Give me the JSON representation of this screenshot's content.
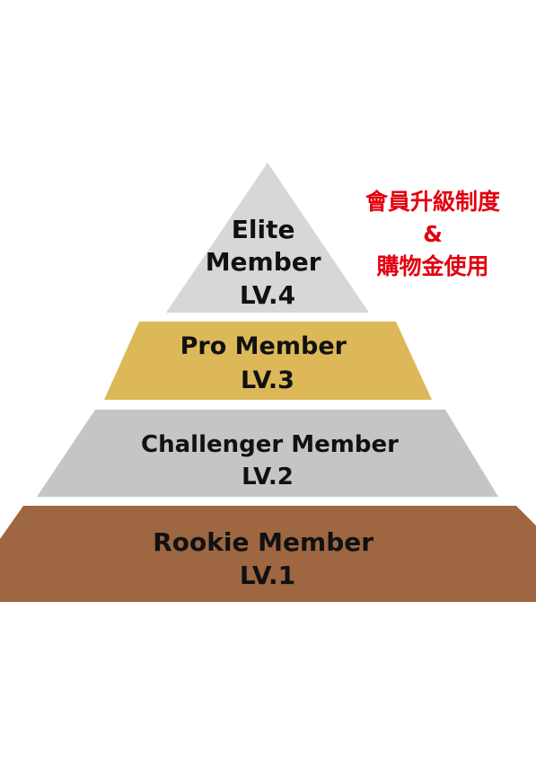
{
  "tiers": [
    {
      "name": "Elite Member",
      "lines": [
        "Elite",
        "Member",
        "LV.4"
      ],
      "color": "#d7d7d7"
    },
    {
      "name": "Pro Member",
      "lines": [
        "Pro Member",
        "LV.3"
      ],
      "color": "#dcb858"
    },
    {
      "name": "Challenger Member",
      "lines": [
        "Challenger Member",
        "LV.2"
      ],
      "color": "#c5c5c5"
    },
    {
      "name": "Rookie Member",
      "lines": [
        "Rookie Member",
        "LV.1"
      ],
      "color": "#9e6741"
    }
  ],
  "caption": {
    "line1": "會員升級制度",
    "line2": "&",
    "line3": "購物金使用",
    "color": "#e3000f"
  }
}
